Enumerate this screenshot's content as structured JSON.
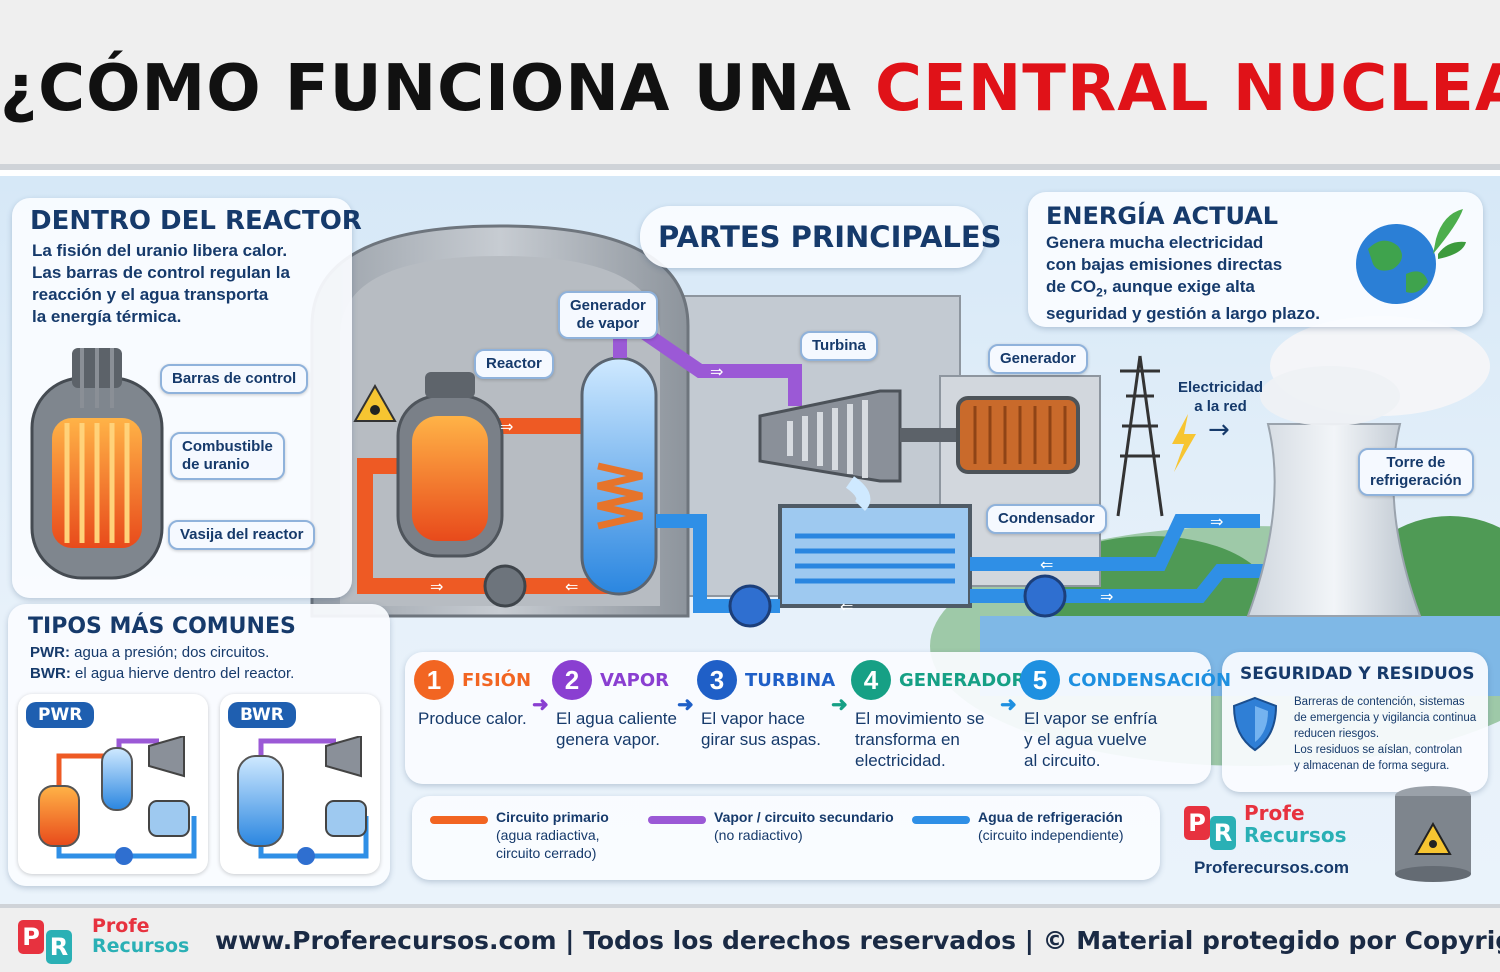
{
  "header": {
    "title_part1": "¿CÓMO FUNCIONA UNA ",
    "title_highlight": "CENTRAL NUCLEAR",
    "title_part2": "?"
  },
  "reactor_panel": {
    "heading": "DENTRO DEL REACTOR",
    "text_lines": [
      "La fisión del uranio libera calor.",
      "Las barras de control regulan la",
      "reacción y el agua transporta",
      "la energía térmica."
    ],
    "labels": {
      "control_rods": "Barras de control",
      "fuel_line1": "Combustible",
      "fuel_line2": "de uranio",
      "vessel": "Vasija del reactor"
    }
  },
  "types_panel": {
    "heading": "TIPOS MÁS COMUNES",
    "pwr_prefix": "PWR:",
    "pwr_text": " agua a presión; dos circuitos.",
    "bwr_prefix": "BWR:",
    "bwr_text": " el agua hierve dentro del reactor.",
    "pwr_badge": "PWR",
    "bwr_badge": "BWR"
  },
  "main_parts": {
    "heading": "PARTES PRINCIPALES",
    "steam_gen_line1": "Generador",
    "steam_gen_line2": "de vapor",
    "reactor": "Reactor",
    "turbine": "Turbina",
    "generator": "Generador",
    "condenser": "Condensador",
    "electricity_line1": "Electricidad",
    "electricity_line2": "a la red",
    "cooling_tower_line1": "Torre de",
    "cooling_tower_line2": "refrigeración"
  },
  "energy_panel": {
    "heading": "ENERGÍA ACTUAL",
    "line1": "Genera mucha electricidad",
    "line2": "con bajas emisiones directas",
    "line3a": "de CO",
    "line3sub": "2",
    "line3b": ", aunque exige alta",
    "line4": "seguridad y gestión a largo plazo."
  },
  "steps": [
    {
      "num": "1",
      "title": "FISIÓN",
      "desc": [
        "Produce calor."
      ],
      "color": "#f26522"
    },
    {
      "num": "2",
      "title": "VAPOR",
      "desc": [
        "El agua caliente",
        "genera vapor."
      ],
      "color": "#8a3fd1"
    },
    {
      "num": "3",
      "title": "TURBINA",
      "desc": [
        "El vapor hace",
        "girar sus aspas."
      ],
      "color": "#1f5fc7"
    },
    {
      "num": "4",
      "title": "GENERADOR",
      "desc": [
        "El movimiento se",
        "transforma en",
        "electricidad."
      ],
      "color": "#16a085"
    },
    {
      "num": "5",
      "title": "CONDENSACIÓN",
      "desc": [
        "El vapor se enfría",
        "y el agua vuelve",
        "al circuito."
      ],
      "color": "#1e90e0"
    }
  ],
  "legend": [
    {
      "title": "Circuito primario",
      "lines": [
        "(agua radiactiva,",
        "circuito cerrado)"
      ],
      "color": "#f26522"
    },
    {
      "title": "Vapor / circuito secundario",
      "lines": [
        "(no radiactivo)"
      ],
      "color": "#9b59d6"
    },
    {
      "title": "Agua de refrigeración",
      "lines": [
        "(circuito independiente)"
      ],
      "color": "#2f8fe6"
    }
  ],
  "safety_panel": {
    "heading": "SEGURIDAD Y RESIDUOS",
    "lines": [
      "Barreras de contención, sistemas",
      "de emergencia y vigilancia continua",
      "reducen riesgos.",
      "Los residuos se aíslan, controlan",
      "y almacenan de forma segura."
    ]
  },
  "brand": {
    "logo_p": "P",
    "logo_r": "R",
    "name_line1": "Profe",
    "name_line2": "Recursos",
    "site": "Proferecursos.com"
  },
  "footer": {
    "text": "www.Proferecursos.com | Todos los derechos reservados | © Material protegido por Copyright",
    "name_line1": "Profe",
    "name_line2": "Recursos"
  }
}
